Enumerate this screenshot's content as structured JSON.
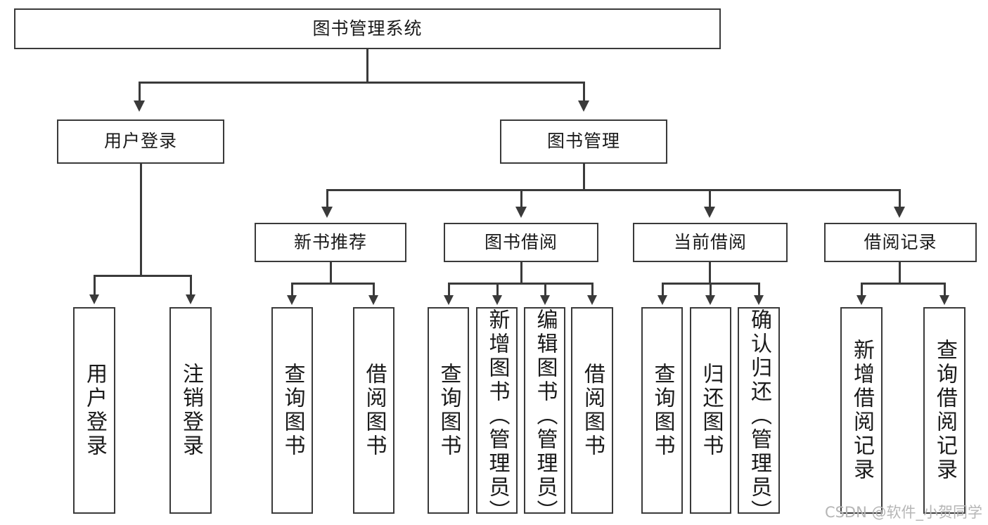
{
  "diagram": {
    "type": "tree-hierarchy-chart",
    "root": {
      "label": "图书管理系统"
    },
    "level1": [
      {
        "label": "用户登录"
      },
      {
        "label": "图书管理"
      }
    ],
    "level2": [
      {
        "label": "新书推荐"
      },
      {
        "label": "图书借阅"
      },
      {
        "label": "当前借阅"
      },
      {
        "label": "借阅记录"
      }
    ],
    "leaves": {
      "user_login": [
        {
          "label": "用户登录"
        },
        {
          "label": "注销登录"
        }
      ],
      "new_book_recommend": [
        {
          "label": "查询图书"
        },
        {
          "label": "借阅图书"
        }
      ],
      "book_borrow": [
        {
          "label": "查询图书"
        },
        {
          "label": "新增图书（管理员）"
        },
        {
          "label": "编辑图书（管理员）"
        },
        {
          "label": "借阅图书"
        }
      ],
      "current_borrow": [
        {
          "label": "查询图书"
        },
        {
          "label": "归还图书"
        },
        {
          "label": "确认归还（管理员）"
        }
      ],
      "borrow_record": [
        {
          "label": "新增借阅记录"
        },
        {
          "label": "查询借阅记录"
        }
      ]
    }
  },
  "watermark": {
    "text": "CSDN @软件_小贺同学"
  },
  "colors": {
    "stroke": "#3a3a3a",
    "text": "#1a1a1a",
    "background": "#ffffff",
    "watermark": "#b6b6b6"
  }
}
